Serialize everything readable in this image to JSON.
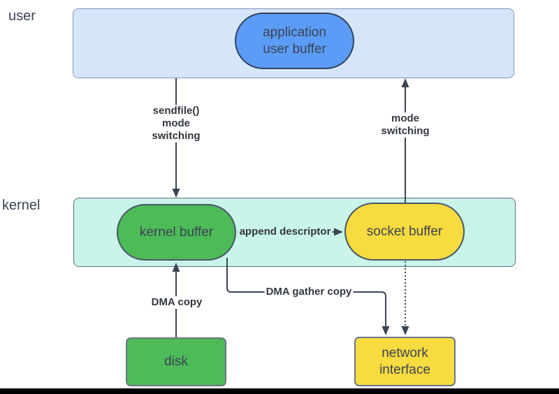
{
  "diagram": {
    "layers": {
      "user_label": "user",
      "kernel_label": "kernel"
    },
    "nodes": {
      "application_user_buffer": "application\nuser buffer",
      "kernel_buffer": "kernel buffer",
      "socket_buffer": "socket buffer",
      "disk": "disk",
      "network_interface": "network\ninterface"
    },
    "edge_labels": {
      "sendfile_mode_switching": "sendfile()\nmode\nswitching",
      "mode_switching": "mode\nswitching",
      "append_descriptor": "append descriptor",
      "dma_copy": "DMA copy",
      "dma_gather_copy": "DMA gather copy"
    }
  },
  "colors": {
    "user-band-fill": "#d6e6fa",
    "user-band-border": "#7e93b8",
    "app-buffer-fill": "#5b9cf6",
    "app-buffer-border": "#33415c",
    "kernel-band-fill": "#c9f4ea",
    "kernel-band-border": "#5f6c78",
    "green-fill": "#4dbb58",
    "yellow-fill": "#f7db3f",
    "shape-border": "#4a5668",
    "rect-border": "#6b7686",
    "connector": "#3a4455",
    "label-text": "#33383f",
    "node-text": "#3c4452",
    "layer-text": "#3a4352",
    "bottom-bar": "#000000"
  }
}
